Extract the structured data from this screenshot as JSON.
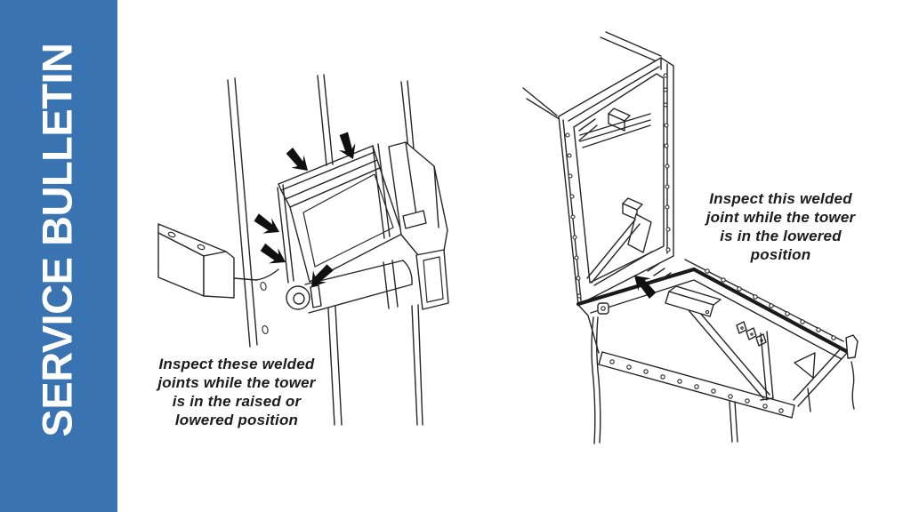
{
  "banner": {
    "text": "SERVICE BULLETIN",
    "bg_color": "#3A73B1",
    "text_color": "#FFFFFF"
  },
  "figures": {
    "left": {
      "caption_lines": [
        "Inspect these welded",
        "joints while the tower",
        "is in the raised or",
        "lowered position"
      ]
    },
    "right": {
      "caption_lines": [
        "Inspect this welded",
        "joint while the tower",
        "is in the lowered",
        "position"
      ]
    }
  },
  "ink_color": "#262626"
}
